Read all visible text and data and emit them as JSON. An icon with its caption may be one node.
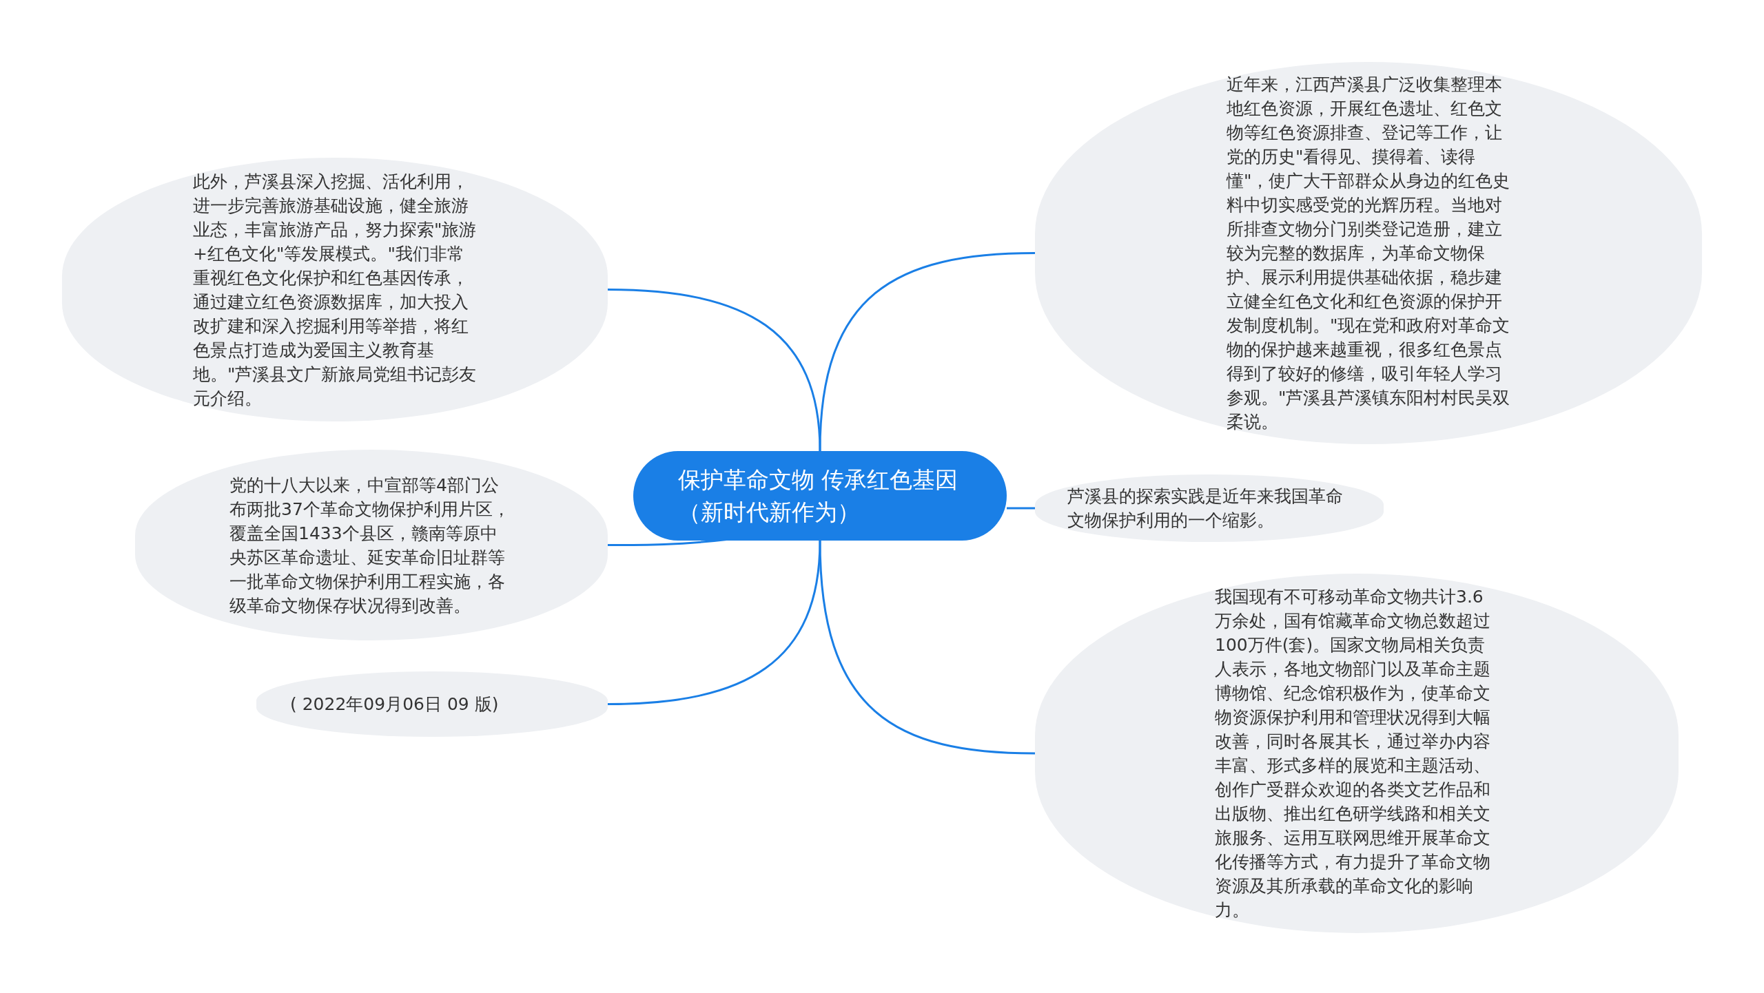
{
  "diagram": {
    "nodes": [
      {
        "text": [
          "保护革命文物 传承红色基因（新时代新作为）"
        ]
      },
      {
        "text": [
          "近年来，江西芦溪县广泛收集整理本地红色资源，开展红色遗址、红色文物等红色资源排查、登记等工作，让党的历史\"看得见、摸得着、读得懂\"，使广大干部群众从身边的红色史料中切实感受党的光辉历程。当地对所排查文物分门别类登记造册，建立较为完整的数据库，为革命文物保护、展示利用提供基础依据，稳步建立健全红色文化和红色资源的保护开发制度机制。\"现在党和政府对革命文物的保护越来越重视，很多红色景点得到了较好的修缮，吸引年轻人学习参观。\"芦溪县芦溪镇东阳村村民吴双柔说。"
        ]
      },
      {
        "text": [
          "此外，芦溪县深入挖掘、活化利用，进一步完善旅游基础设施，健全旅游业态，丰富旅游产品，努力探索\"旅游+红色文化\"等发展模式。\"我们非常重视红色文化保护和红色基因传承，通过建立红色资源数据库，加大投入改扩建和深入挖掘利用等举措，将红色景点打造成为爱国主义教育基地。\"芦溪县文广新旅局党组书记彭友元介绍。"
        ]
      },
      {
        "text": [
          "党的十八大以来，中宣部等4部门公布两批37个革命文物保护利用片区，覆盖全国1433个县区，赣南等原中央苏区革命遗址、延安革命旧址群等一批革命文物保护利用工程实施，各级革命文物保存状况得到改善。"
        ]
      },
      {
        "text": [
          "芦溪县的探索实践是近年来我国革命文物保护利用的一个缩影。"
        ]
      },
      {
        "text": [
          "( 2022年09月06日 09 版)"
        ]
      },
      {
        "text": [
          "我国现有不可移动革命文物共计3.6万余处，国有馆藏革命文物总数超过100万件(套)。国家文物局相关负责人表示，各地文物部门以及革命主题博物馆、纪念馆积极作为，使革命文物资源保护利用和管理状况得到大幅改善，同时各展其长，通过举办内容丰富、形式多样的展览和主题活动、创作广受群众欢迎的各类文艺作品和出版物、推出红色研学线路和相关文旅服务、运用互联网思维开展革命文化传播等方式，有力提升了革命文物资源及其所承载的革命文化的影响力。"
        ]
      }
    ],
    "edges": [
      {
        "from": 0,
        "to": 1,
        "arrow": "none"
      },
      {
        "from": 0,
        "to": 2,
        "arrow": "none"
      },
      {
        "from": 0,
        "to": 3,
        "arrow": "none"
      },
      {
        "from": 0,
        "to": 4,
        "arrow": "none"
      },
      {
        "from": 0,
        "to": 5,
        "arrow": "none"
      },
      {
        "from": 0,
        "to": 6,
        "arrow": "none"
      }
    ]
  }
}
